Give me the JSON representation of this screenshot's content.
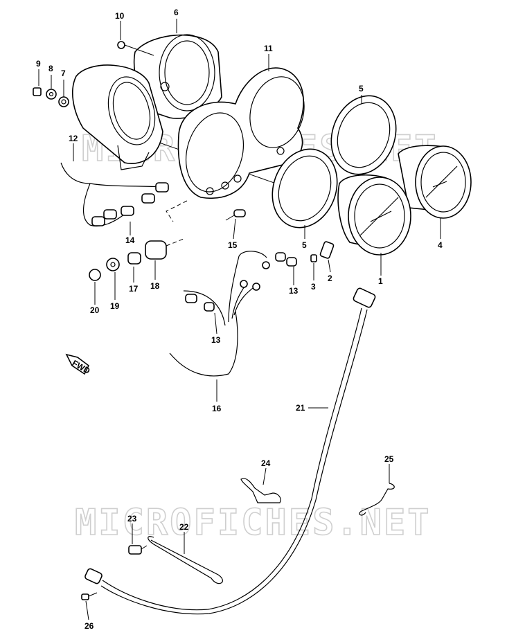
{
  "watermark": {
    "text": "MICROFICHES.NET"
  },
  "fwd_label": "FWD",
  "callouts": [
    {
      "id": "c1",
      "label": "1"
    },
    {
      "id": "c2",
      "label": "2"
    },
    {
      "id": "c3",
      "label": "3"
    },
    {
      "id": "c4",
      "label": "4"
    },
    {
      "id": "c5a",
      "label": "5"
    },
    {
      "id": "c5b",
      "label": "5"
    },
    {
      "id": "c6",
      "label": "6"
    },
    {
      "id": "c7",
      "label": "7"
    },
    {
      "id": "c8",
      "label": "8"
    },
    {
      "id": "c9",
      "label": "9"
    },
    {
      "id": "c10",
      "label": "10"
    },
    {
      "id": "c11",
      "label": "11"
    },
    {
      "id": "c12",
      "label": "12"
    },
    {
      "id": "c13a",
      "label": "13"
    },
    {
      "id": "c13b",
      "label": "13"
    },
    {
      "id": "c14",
      "label": "14"
    },
    {
      "id": "c15",
      "label": "15"
    },
    {
      "id": "c16",
      "label": "16"
    },
    {
      "id": "c17",
      "label": "17"
    },
    {
      "id": "c18",
      "label": "18"
    },
    {
      "id": "c19",
      "label": "19"
    },
    {
      "id": "c20",
      "label": "20"
    },
    {
      "id": "c21",
      "label": "21"
    },
    {
      "id": "c22",
      "label": "22"
    },
    {
      "id": "c23",
      "label": "23"
    },
    {
      "id": "c24",
      "label": "24"
    },
    {
      "id": "c25",
      "label": "25"
    },
    {
      "id": "c26",
      "label": "26"
    }
  ]
}
